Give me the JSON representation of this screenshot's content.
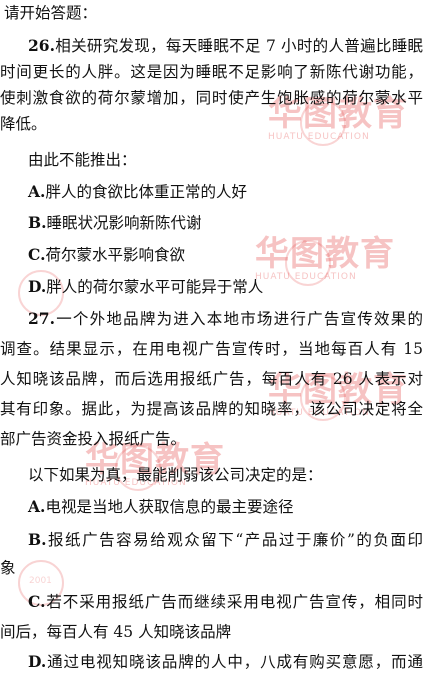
{
  "watermark": {
    "brand": "华图教育",
    "english": "HUATU EDUCATION",
    "seal_year": "2001",
    "color": "#e23b3b"
  },
  "lines": [
    {
      "num": "",
      "text": "请开始答题："
    },
    {
      "num": "26.",
      "text": "相关研究发现，每天睡眠不足 7 小时的人普遍比睡眠"
    },
    {
      "num": "",
      "text": "时间更长的人胖。这是因为睡眠不足影响了新陈代谢功能，"
    },
    {
      "num": "",
      "text": "使刺激食欲的荷尔蒙增加，同时使产生饱胀感的荷尔蒙水平"
    },
    {
      "num": "",
      "text": "降低。"
    },
    {
      "num": "",
      "text": "由此不能推出："
    },
    {
      "num": "A.",
      "text": "胖人的食欲比体重正常的人好"
    },
    {
      "num": "B.",
      "text": "睡眠状况影响新陈代谢"
    },
    {
      "num": "C.",
      "text": "荷尔蒙水平影响食欲"
    },
    {
      "num": "D.",
      "text": "胖人的荷尔蒙水平可能异于常人"
    },
    {
      "num": "27.",
      "text": "一个外地品牌为进入本地市场进行广告宣传效果的"
    },
    {
      "num": "",
      "text": "调查。结果显示，在用电视广告宣传时，当地每百人有 15"
    },
    {
      "num": "",
      "text": "人知晓该品牌，而后选用报纸广告，每百人有 26 人表示对"
    },
    {
      "num": "",
      "text": "其有印象。据此，为提高该品牌的知晓率，该公司决定将全"
    },
    {
      "num": "",
      "text": "部广告资金投入报纸广告。"
    },
    {
      "num": "",
      "text": "以下如果为真，最能削弱该公司决定的是："
    },
    {
      "num": "A.",
      "text": "电视是当地人获取信息的最主要途径"
    },
    {
      "num": "B.",
      "text": "报纸广告容易给观众留下“产品过于廉价”的负面印"
    },
    {
      "num": "",
      "text": "象"
    },
    {
      "num": "C.",
      "text": "若不采用报纸广告而继续采用电视广告宣传，相同时"
    },
    {
      "num": "",
      "text": "间后，每百人有 45 人知晓该品牌"
    },
    {
      "num": "D.",
      "text": "通过电视知晓该品牌的人中，八成有购买意愿，而通"
    }
  ]
}
